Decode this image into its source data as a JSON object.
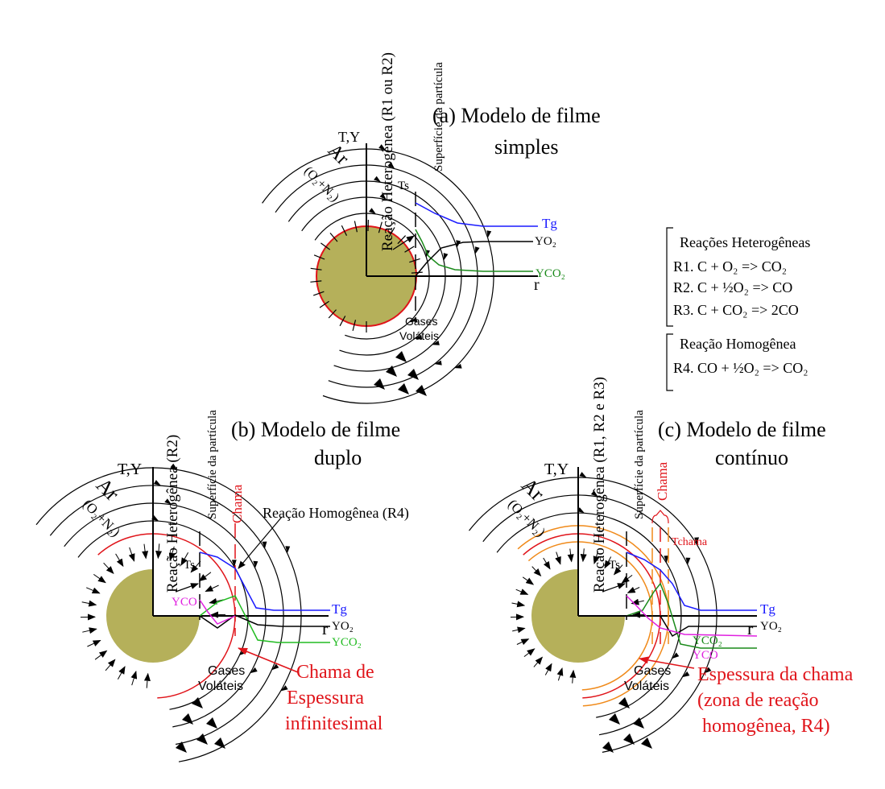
{
  "panel_a": {
    "title_line1": "(a) Modelo de filme",
    "title_line2": "simples",
    "axis_y": "T,Y",
    "axis_x": "r",
    "air": "Ar",
    "air_comp": "(O₂+N₂)",
    "vert_reaction": "Reação Heterogênea (R1 ou R2)",
    "vert_surface": "Superfície da partícula",
    "ts": "Ts",
    "tg": "Tg",
    "yo2": "YO₂",
    "yco2": "YCO₂",
    "gases_1": "Gases",
    "gases_2": "Voláteis"
  },
  "panel_b": {
    "title_line1": "(b) Modelo de filme",
    "title_line2": "duplo",
    "axis_y": "T,Y",
    "axis_x": "r",
    "air": "Ar",
    "air_comp": "(O₂+N₂)",
    "vert_reaction": "Reação Heterogênea (R2)",
    "vert_surface": "Superfície da partícula",
    "flame": "Chama",
    "homog": "Reação Homogênea (R4)",
    "ts": "Ts",
    "tg": "Tg",
    "yo2": "YO₂",
    "yco2": "YCO₂",
    "yco": "YCO",
    "gases_1": "Gases",
    "gases_2": "Voláteis",
    "callout_1": "Chama de",
    "callout_2": "Espessura",
    "callout_3": "infinitesimal"
  },
  "panel_c": {
    "title_line1": "(c) Modelo de filme",
    "title_line2": "contínuo",
    "axis_y": "T,Y",
    "axis_x": "r",
    "air": "Ar",
    "air_comp": "(O₂+N₂)",
    "vert_reaction": "Reação Heterogênea (R1, R2 e R3)",
    "vert_surface": "Superfície da partícula",
    "flame": "Chama",
    "tchama": "Tchama",
    "ts": "Ts",
    "tg": "Tg",
    "yo2": "YO₂",
    "yco2": "YCO₂",
    "yco": "YCO",
    "gases_1": "Gases",
    "gases_2": "Voláteis",
    "callout_1": "Espessura da chama",
    "callout_2": "(zona de reação",
    "callout_3": "homogênea, R4)"
  },
  "legend": {
    "het_title": "Reações Heterogêneas",
    "r1": "R1. C + O₂ => CO₂",
    "r2": "R2. C + ½O₂ => CO",
    "r3": "R3. C + CO₂ => 2CO",
    "hom_title": "Reação Homogênea",
    "r4": "R4. CO + ½O₂ => CO₂"
  },
  "colors": {
    "particle": "#b5b05a",
    "tg": "#1a1aff",
    "yco2": "#1a8a1a",
    "yco": "#e020e0",
    "flame": "#e0141a",
    "flame_zone": "#f08a1a"
  }
}
